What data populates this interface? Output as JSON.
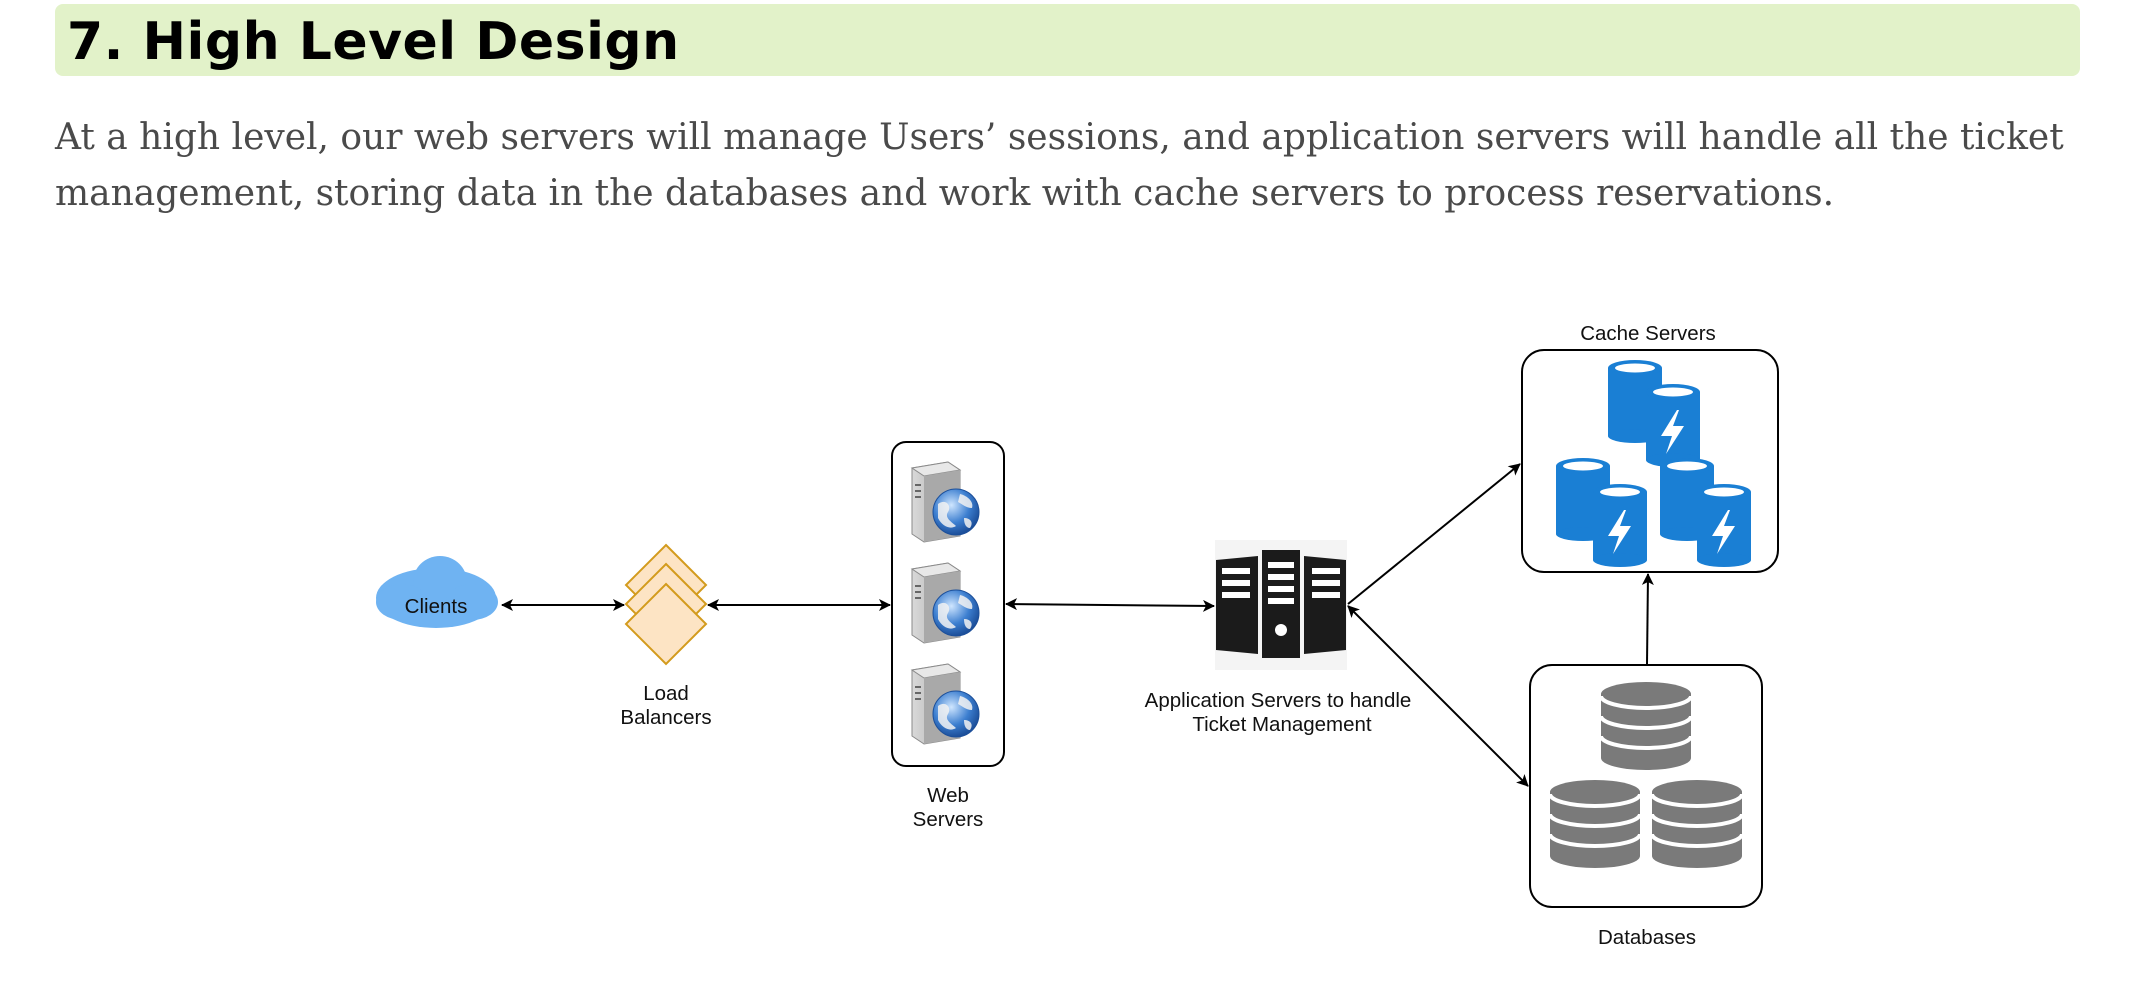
{
  "heading": {
    "title": "7. High Level Design",
    "background_color": "#e2f2c9"
  },
  "intro": {
    "text": "At a high level, our web servers will manage Users’ sessions, and application servers will handle all the ticket management, storing data in the databases and work with cache servers to process reservations."
  },
  "diagram": {
    "nodes": {
      "clients": {
        "label": "Clients",
        "icon": "cloud-icon",
        "color": "#6fb3f2"
      },
      "load_balancers": {
        "label_line1": "Load",
        "label_line2": "Balancers",
        "icon": "load-balancer-diamond-icon",
        "color": "#fde4c4"
      },
      "web_servers": {
        "label_line1": "Web",
        "label_line2": "Servers",
        "icon": "web-server-globe-icon",
        "count": 3
      },
      "app_servers": {
        "label_line1": "Application Servers to handle",
        "label_line2": "Ticket Management",
        "icon": "server-rack-icon",
        "color": "#1b1b1b"
      },
      "cache_servers": {
        "label": "Cache Servers",
        "icon": "cache-cylinder-lightning-icon",
        "color": "#1a7fd4"
      },
      "databases": {
        "label": "Databases",
        "icon": "database-stack-icon",
        "color": "#7a7a7a"
      }
    },
    "edges": [
      {
        "from": "Clients",
        "to": "Load Balancers",
        "direction": "both"
      },
      {
        "from": "Load Balancers",
        "to": "Web Servers",
        "direction": "both"
      },
      {
        "from": "Web Servers",
        "to": "Application Servers",
        "direction": "both"
      },
      {
        "from": "Application Servers",
        "to": "Cache Servers",
        "direction": "forward"
      },
      {
        "from": "Application Servers",
        "to": "Databases",
        "direction": "both"
      },
      {
        "from": "Databases",
        "to": "Cache Servers",
        "direction": "forward"
      }
    ]
  }
}
